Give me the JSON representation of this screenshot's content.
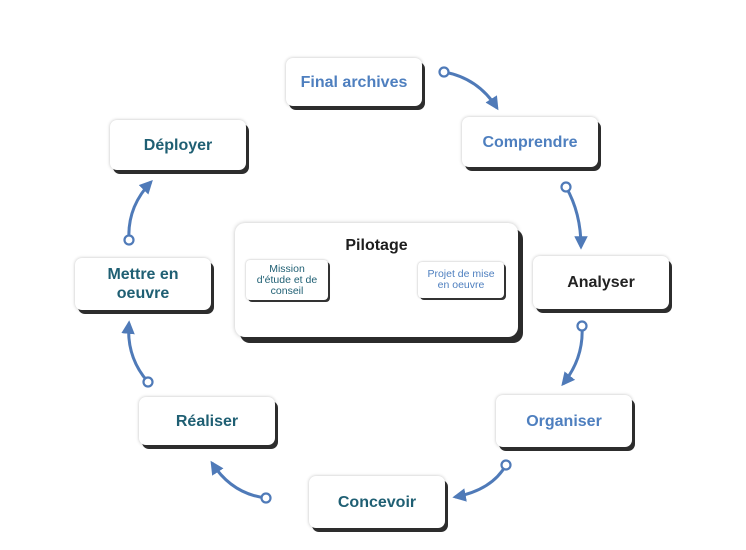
{
  "center": {
    "title": "Pilotage",
    "left_label": "Mission d'étude et de conseil",
    "right_label": "Projet de mise en oeuvre"
  },
  "cycle": [
    {
      "key": "final",
      "label": "Final archives"
    },
    {
      "key": "comprendre",
      "label": "Comprendre"
    },
    {
      "key": "analyser",
      "label": "Analyser"
    },
    {
      "key": "organiser",
      "label": "Organiser"
    },
    {
      "key": "concevoir",
      "label": "Concevoir"
    },
    {
      "key": "realiser",
      "label": "Réaliser"
    },
    {
      "key": "mettre",
      "label": "Mettre en oeuvre"
    },
    {
      "key": "deployer",
      "label": "Déployer"
    }
  ],
  "colors": {
    "light_blue": "#4e7fbf",
    "dark_teal": "#1f5f73",
    "black": "#222222",
    "arrow": "#4f7ab8"
  }
}
